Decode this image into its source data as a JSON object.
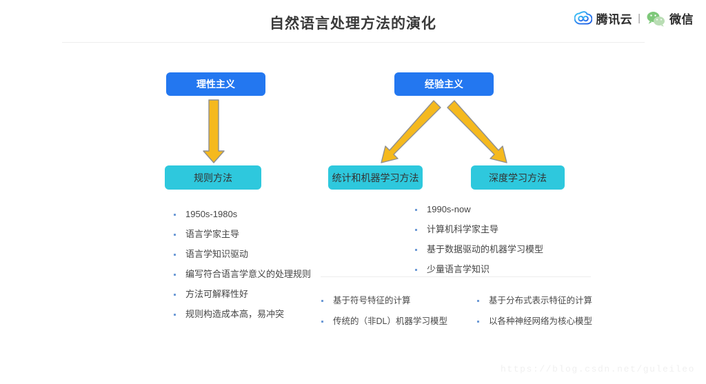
{
  "header": {
    "title": "自然语言处理方法的演化",
    "brand": {
      "tencent_cloud_icon": "tencent-cloud-logo-icon",
      "tencent_cloud_label": "腾讯云",
      "separator": "|",
      "wechat_icon": "wechat-logo-icon",
      "wechat_label": "微信"
    }
  },
  "diagram": {
    "boxes": {
      "rationalism": "理性主义",
      "empiricism": "经验主义",
      "rule_methods": "规则方法",
      "statistical_ml_methods": "统计和机器学习方法",
      "deep_learning_methods": "深度学习方法"
    },
    "arrows": {
      "down_arrow_icon": "down-arrow-icon",
      "diagonal_left_arrow_icon": "diagonal-down-left-arrow-icon",
      "diagonal_right_arrow_icon": "diagonal-down-right-arrow-icon"
    },
    "colors": {
      "primary_box": "#2377f0",
      "secondary_box": "#2ec8dd",
      "arrow_fill": "#f5b91e",
      "arrow_stroke": "#8c8c8c",
      "bullet_dot": "#6e9bd6"
    }
  },
  "bullets": {
    "rule_methods": [
      "1950s-1980s",
      "语言学家主导",
      "语言学知识驱动",
      "编写符合语言学意义的处理规则",
      "方法可解释性好",
      "规则构造成本高，易冲突"
    ],
    "empiricism_methods": [
      "1990s-now",
      "计算机科学家主导",
      "基于数据驱动的机器学习模型",
      "少量语言学知识"
    ],
    "statistical_sub": [
      "基于符号特征的计算",
      "传统的（非DL）机器学习模型"
    ],
    "deep_learning_sub": [
      "基于分布式表示特征的计算",
      "以各种神经网络为核心模型"
    ]
  },
  "watermark": {
    "text": "https://blog.csdn.net/guleileo"
  }
}
